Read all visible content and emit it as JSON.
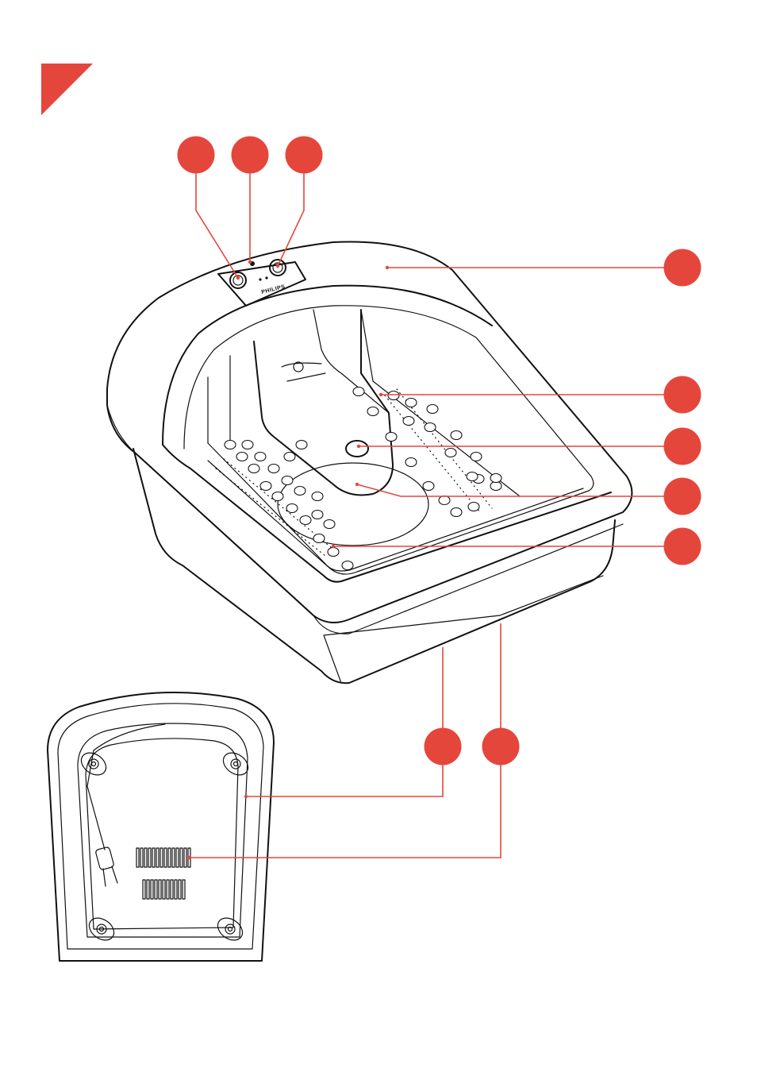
{
  "brand_label": "PHILIPS",
  "colors": {
    "accent": "#e5463b",
    "line": "#111111",
    "background": "#ffffff"
  },
  "icons": {
    "corner_marker": "red-triangle-icon",
    "callout": "red-circle-callout-icon"
  },
  "callouts": [
    {
      "id": "A",
      "label": ""
    },
    {
      "id": "B",
      "label": ""
    },
    {
      "id": "C",
      "label": ""
    },
    {
      "id": "D",
      "label": ""
    },
    {
      "id": "E",
      "label": ""
    },
    {
      "id": "F",
      "label": ""
    },
    {
      "id": "G",
      "label": ""
    },
    {
      "id": "H",
      "label": ""
    },
    {
      "id": "I",
      "label": ""
    },
    {
      "id": "J",
      "label": ""
    }
  ]
}
